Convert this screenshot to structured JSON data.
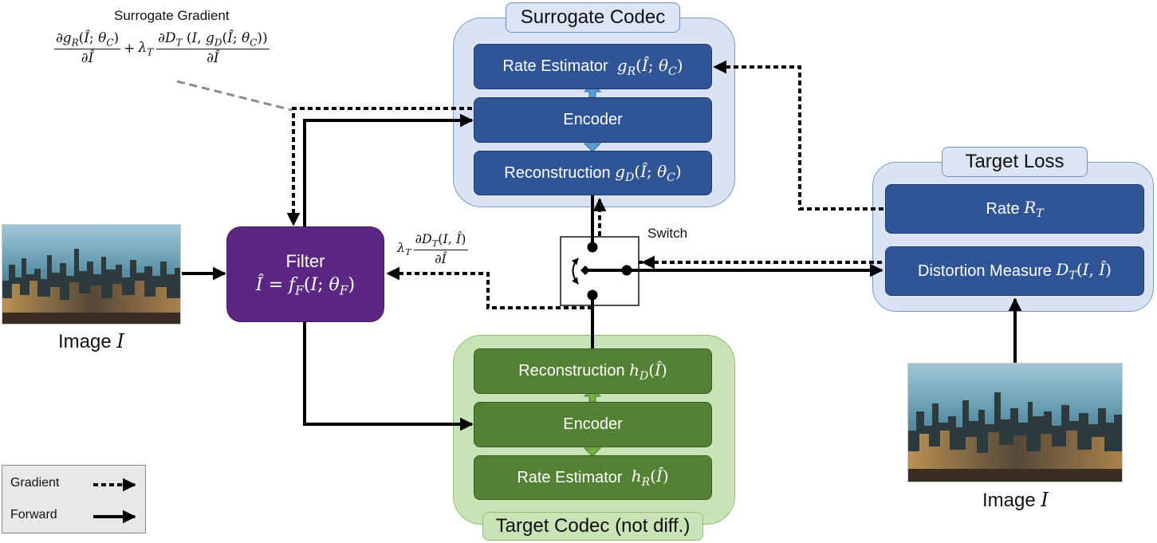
{
  "surrogate_codec": {
    "title": "Surrogate Codec",
    "rate_label": "Rate Estimator",
    "rate_math": "g_R(Î; θ_C)",
    "encoder_label": "Encoder",
    "recon_label": "Reconstruction",
    "recon_math": "g_D(Î; θ_C)"
  },
  "target_codec": {
    "title": "Target Codec (not diff.)",
    "recon_label": "Reconstruction",
    "recon_math": "h_D(Î)",
    "encoder_label": "Encoder",
    "rate_label": "Rate Estimator",
    "rate_math": "h_R(Î)"
  },
  "target_loss": {
    "title": "Target Loss",
    "rate_label": "Rate",
    "rate_math": "R_T",
    "distortion_label": "Distortion Measure",
    "distortion_math": "D_T(I, Î)"
  },
  "filter": {
    "title": "Filter",
    "math": "Î = f_F(I; θ_F)"
  },
  "surrogate_gradient": {
    "title": "Surrogate Gradient",
    "math": "∂g_R(Î; θ_C)/∂Î + λ_T ∂D_T(I, g_D(Î; θ_C))/∂Î"
  },
  "target_gradient_math": "λ_T ∂D_T(I, Î)/∂Î",
  "switch_label": "Switch",
  "image_left_caption": "Image",
  "image_right_caption": "Image",
  "image_symbol": "I",
  "legend": {
    "gradient_label": "Gradient",
    "forward_label": "Forward"
  },
  "colors": {
    "surrogate_block": "#2f5597",
    "surrogate_group": "#d9e3f4",
    "target_block": "#548235",
    "target_group": "#c9e3b6",
    "filter_block": "#5b2783",
    "arrow": "#000000",
    "gradient_hint_line": "#8c8c8c"
  }
}
